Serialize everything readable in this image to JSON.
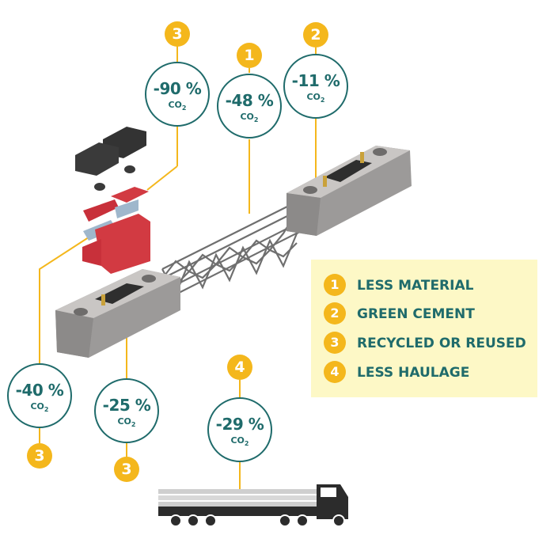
{
  "figure": {
    "colors": {
      "teal": "#1f6b6b",
      "yellow": "#f4b71c",
      "legend_bg": "#fdf8c6",
      "red_part": "#d23a42",
      "concrete": "#a6a4a3"
    },
    "callouts": [
      {
        "id": "top-left",
        "badge": "3",
        "value": "-90 %",
        "unit": "CO",
        "unit_sub": "2"
      },
      {
        "id": "top-middle",
        "badge": "1",
        "value": "-48 %",
        "unit": "CO",
        "unit_sub": "2"
      },
      {
        "id": "top-right",
        "badge": "2",
        "value": "-11 %",
        "unit": "CO",
        "unit_sub": "2"
      },
      {
        "id": "bottom-left",
        "badge": "3",
        "value": "-40 %",
        "unit": "CO",
        "unit_sub": "2"
      },
      {
        "id": "bottom-middle",
        "badge": "3",
        "value": "-25 %",
        "unit": "CO",
        "unit_sub": "2"
      },
      {
        "id": "truck",
        "badge": "4",
        "value": "-29 %",
        "unit": "CO",
        "unit_sub": "2"
      }
    ],
    "legend": [
      {
        "number": "1",
        "label": "LESS MATERIAL"
      },
      {
        "number": "2",
        "label": "GREEN CEMENT"
      },
      {
        "number": "3",
        "label": "RECYCLED OR REUSED"
      },
      {
        "number": "4",
        "label": "LESS HAULAGE"
      }
    ]
  }
}
